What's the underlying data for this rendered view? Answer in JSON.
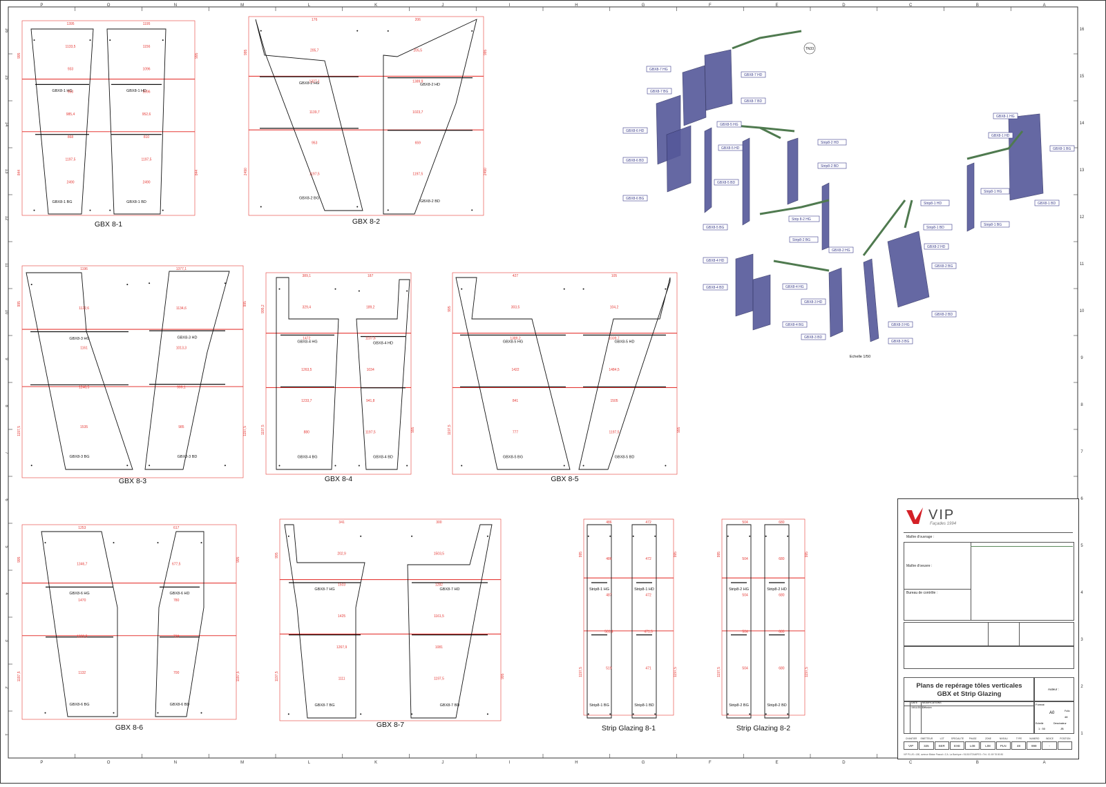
{
  "frame": {
    "top_letters": [
      "P",
      "O",
      "N",
      "M",
      "L",
      "K",
      "J",
      "I",
      "H",
      "G",
      "F",
      "E",
      "D",
      "C",
      "B",
      "A"
    ],
    "bottom_letters": [
      "P",
      "O",
      "N",
      "M",
      "L",
      "K",
      "J",
      "I",
      "H",
      "G",
      "F",
      "E",
      "D",
      "C",
      "B",
      "A"
    ],
    "side_numbers": [
      "16",
      "15",
      "14",
      "13",
      "12",
      "11",
      "10",
      "9",
      "8",
      "7",
      "6",
      "5",
      "4",
      "3",
      "2",
      "1"
    ]
  },
  "groups": [
    {
      "title": "GBX 8-1",
      "panels": [
        "GBX8-1 HG",
        "GBX8-1 HD"
      ],
      "bottoms": [
        "GBX8-1 BG",
        "GBX8-1 BD"
      ],
      "dims": [
        "1395",
        "1195",
        "1133,5",
        "1156",
        "933",
        "1096",
        "953",
        "1096",
        "985,4",
        "952,6",
        "868",
        "810",
        "1197,5",
        "1197,5",
        "2490",
        "2490",
        "844",
        "844",
        "995",
        "995"
      ]
    },
    {
      "title": "GBX 8-2",
      "panels": [
        "GBX8-2 HG",
        "GBX8-2 HD"
      ],
      "bottoms": [
        "GBX8-2 BG",
        "GBX8-2 BD"
      ],
      "dims": [
        "176",
        "206",
        "205,7",
        "205,5",
        "1327,1",
        "1389,9",
        "1139,7",
        "1023,7",
        "953",
        "659",
        "1197,5",
        "1197,5",
        "2490",
        "2490",
        "995",
        "995"
      ]
    },
    {
      "title": "GBX 8-3",
      "panels": [
        "GBX8-3 HG",
        "GBX8-3 HD"
      ],
      "bottoms": [
        "GBX8-3 BG",
        "GBX8-3 BD"
      ],
      "dims": [
        "1196",
        "1377,1",
        "1122,6",
        "1134,6",
        "1161",
        "1013,3",
        "1246,5",
        "999,1",
        "1535",
        "985",
        "1197,5",
        "1197,5",
        "995",
        "995"
      ]
    },
    {
      "title": "GBX 8-4",
      "panels": [
        "GBX8-4 HG",
        "GBX8-4 HD"
      ],
      "bottoms": [
        "GBX8-4 BG",
        "GBX8-4 BD"
      ],
      "dims": [
        "389,1",
        "187",
        "329,4",
        "189,2",
        "1472",
        "1107,6",
        "1263,5",
        "1034",
        "1233,7",
        "941,8",
        "880",
        "1197,5",
        "1197,5",
        "995",
        "995,2"
      ]
    },
    {
      "title": "GBX 8-5",
      "panels": [
        "GBX8-5 HG",
        "GBX8-5 HD"
      ],
      "bottoms": [
        "GBX8-5 BG",
        "GBX8-5 BD"
      ],
      "dims": [
        "427",
        "105",
        "303,5",
        "104,2",
        "1389,2",
        "1039,7",
        "1422",
        "1484,5",
        "841",
        "1505",
        "777",
        "1197,5",
        "1197,5",
        "995",
        "995"
      ]
    },
    {
      "title": "GBX 8-6",
      "panels": [
        "GBX8-6 HG",
        "GBX8-6 HD"
      ],
      "bottoms": [
        "GBX8-6 BG",
        "GBX8-6 BD"
      ],
      "dims": [
        "1253",
        "617",
        "1346,7",
        "677,5",
        "1470",
        "780",
        "1300,5",
        "729",
        "1132",
        "700",
        "1197,5",
        "1197,5",
        "995",
        "995"
      ]
    },
    {
      "title": "GBX 8-7",
      "panels": [
        "GBX8-7 HG",
        "GBX8-7 HD"
      ],
      "bottoms": [
        "GBX8-7 BG",
        "GBX8-7 BD"
      ],
      "dims": [
        "341",
        "300",
        "202,9",
        "1503,5",
        "1503",
        "1282",
        "1425",
        "1161,5",
        "1267,9",
        "1081",
        "1111",
        "1197,5",
        "1197,5",
        "995",
        "995"
      ]
    },
    {
      "title": "Strip Glazing 8-1",
      "panels": [
        "Strip8-1 HG",
        "Strip8-1 HD"
      ],
      "bottoms": [
        "Strip8-1 BG",
        "Strip8-1 BD"
      ],
      "dims": [
        "486",
        "472",
        "486",
        "472",
        "487",
        "472",
        "503,4",
        "471,5",
        "519",
        "471",
        "1197,5",
        "1197,5",
        "995",
        "995"
      ]
    },
    {
      "title": "Strip Glazing 8-2",
      "panels": [
        "Strip8-2 HG",
        "Strip8-2 HD"
      ],
      "bottoms": [
        "Strip8-2 BG",
        "Strip8-2 BD"
      ],
      "dims": [
        "504",
        "680",
        "504",
        "680",
        "504",
        "680",
        "504",
        "680",
        "504",
        "680",
        "1197,5",
        "1197,5",
        "995",
        "995"
      ]
    }
  ],
  "iso_labels": [
    "GBX8-7 HG",
    "GBX8-7 HD",
    "GBX8-7 BG",
    "GBX8-7 BD",
    "GBX8-6 HD",
    "GBX8-6 BD",
    "GBX8-6 BG",
    "GBX8-5 HG",
    "GBX8-5 HD",
    "GBX8-5 BD",
    "GBX8-5 BG",
    "Strip8-2 HD",
    "Strip8-2 BD",
    "GBX8-1 HG",
    "GBX8-1 HD",
    "GBX8-1 BG",
    "GBX8-1 BD",
    "Strip8-1 HD",
    "Strip8-1 BD",
    "Strip 8-2 HG",
    "Strip8-2 BG",
    "Strip8-1 HG",
    "Strip8-1 BG",
    "GBX8-4 HD",
    "GBX8-4 BD",
    "GBX8-4 HG",
    "GBX8-4 BG",
    "GBX8-3 HD",
    "GBX8-3 BD",
    "GBX8-2 HG",
    "GBX8-2 HD",
    "GBX8-2 BG",
    "GBX8-2 BD",
    "GBX8-3 HG",
    "GBX8-3 BG"
  ],
  "iso_note": "TN33",
  "scale_note": "Echelle 1/50",
  "title_block": {
    "brand": "VIP",
    "brand_tagline": "Façades 1994",
    "maitre_ouvrage": "Maître d'ouvrage :",
    "maitre_oeuvre": "Maître d'oeuvre :",
    "bureau_controle": "Bureau de contrôle :",
    "title_line1": "Plans de repérage tôles verticales",
    "title_line2": "GBX et Strip Glazing",
    "auteur": "Auteur :",
    "format_label": "Format",
    "format_value": "A0",
    "folio_label": "Folio",
    "folio_value": "48",
    "echelle_label": "Echelle",
    "echelle_value": "1 : 50",
    "dessinateur_label": "Dessinateur",
    "dessinateur_value": "JB",
    "rev_header": [
      "DATE",
      "MODIFICATIONS"
    ],
    "rev_row": [
      "15/11/2021",
      "Diffusion"
    ],
    "codes_header": [
      "CHANTIER",
      "EMETTEUR",
      "LOT",
      "SPECIALITE",
      "PHASE",
      "ZONE",
      "NIVEAU",
      "TYPE",
      "NUMERO",
      "INDICE",
      "POSITION"
    ],
    "codes_values": [
      "VIP",
      "325",
      "SER",
      "EXE",
      "L08",
      "L08",
      "PLN",
      "48",
      "999",
      "-"
    ],
    "address": "VIP PLUS • 180, avenue Blaise Pascal • Z.A. La Barrique • 91150 ÉTAMPES • Tél.: 01 69 78 80 80"
  }
}
